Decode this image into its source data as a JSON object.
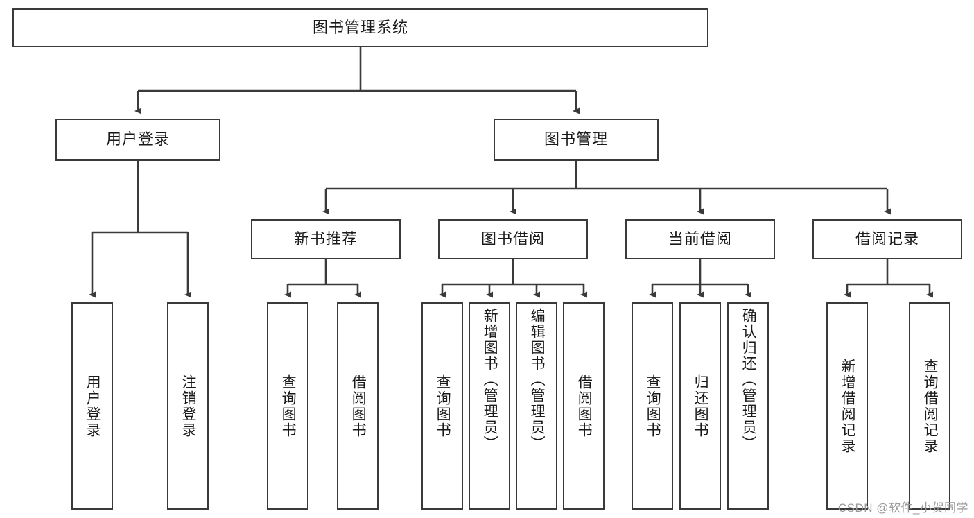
{
  "diagram": {
    "title": "图书管理系统",
    "type": "tree",
    "watermark": "CSDN @软件_小贺同学",
    "colors": {
      "box_border": "#3a3a3a",
      "box_fill": "#ffffff",
      "edge": "#3a3a3a",
      "text": "#1a1a1a",
      "watermark": "#9a9a9a",
      "background": "#ffffff"
    },
    "nodes": {
      "root": {
        "label": "图书管理系统"
      },
      "level2": [
        {
          "label": "用户登录"
        },
        {
          "label": "图书管理"
        }
      ],
      "level3": [
        {
          "label": "新书推荐"
        },
        {
          "label": "图书借阅"
        },
        {
          "label": "当前借阅"
        },
        {
          "label": "借阅记录"
        }
      ],
      "leaves": {
        "user_login": [
          {
            "label": "用户登录"
          },
          {
            "label": "注销登录"
          }
        ],
        "new_book_recommend": [
          {
            "label": "查询图书"
          },
          {
            "label": "借阅图书"
          }
        ],
        "book_borrow": [
          {
            "label": "查询图书"
          },
          {
            "label": "新增图书（管理员）"
          },
          {
            "label": "编辑图书（管理员）"
          },
          {
            "label": "借阅图书"
          }
        ],
        "current_borrow": [
          {
            "label": "查询图书"
          },
          {
            "label": "归还图书"
          },
          {
            "label": "确认归还（管理员）"
          }
        ],
        "borrow_record": [
          {
            "label": "新增借阅记录"
          },
          {
            "label": "查询借阅记录"
          }
        ]
      }
    }
  }
}
